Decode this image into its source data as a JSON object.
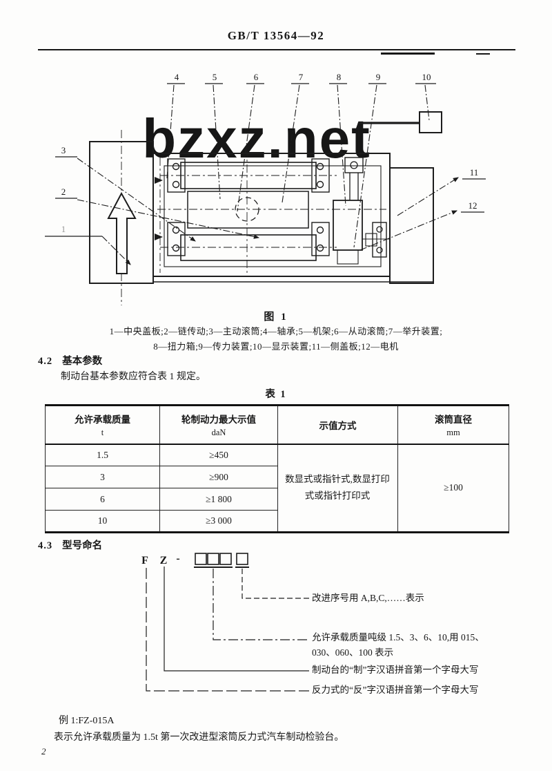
{
  "header": {
    "title": "GB/T 13564—92"
  },
  "figure": {
    "watermark": "bzxz.net",
    "caption": "图 1",
    "legend_line1": "1—中央盖板;2—链传动;3—主动滚筒;4—轴承;5—机架;6—从动滚筒;7—举升装置;",
    "legend_line2": "8—扭力箱;9—传力装置;10—显示装置;11—侧盖板;12—电机",
    "callouts": [
      "1",
      "2",
      "3",
      "4",
      "5",
      "6",
      "7",
      "8",
      "9",
      "10",
      "11",
      "12"
    ]
  },
  "section_42": {
    "number": "4.2",
    "title": "基本参数",
    "body": "制动台基本参数应符合表 1 规定。"
  },
  "table": {
    "label": "表 1",
    "columns": [
      {
        "title": "允许承载质量",
        "unit": "t"
      },
      {
        "title": "轮制动力最大示值",
        "unit": "daN"
      },
      {
        "title": "示值方式",
        "unit": ""
      },
      {
        "title": "滚筒直径",
        "unit": "mm"
      }
    ],
    "rows": [
      {
        "mass": "1.5",
        "force": "≥450"
      },
      {
        "mass": "3",
        "force": "≥900"
      },
      {
        "mass": "6",
        "force": "≥1 800"
      },
      {
        "mass": "10",
        "force": "≥3 000"
      }
    ],
    "indication_mode": "数显式或指针式,数显打印式或指针打印式",
    "roller_diameter": "≥100"
  },
  "section_43": {
    "number": "4.3",
    "title": "型号命名"
  },
  "model_code": {
    "letter_f": "F",
    "letter_z": "Z",
    "dash": "-",
    "ann_improvement": "改进序号用 A,B,C,……表示",
    "ann_mass_line1": "允许承载质量吨级 1.5、3、6、10,用 015、",
    "ann_mass_line2": "030、060、100 表示",
    "ann_zhi": "制动台的“制”字汉语拼音第一个字母大写",
    "ann_fan": "反力式的“反”字汉语拼音第一个字母大写"
  },
  "example": {
    "line1": "例 1:FZ-015A",
    "line2": "表示允许承载质量为 1.5t 第一次改进型滚筒反力式汽车制动检验台。"
  },
  "page_number": "2"
}
